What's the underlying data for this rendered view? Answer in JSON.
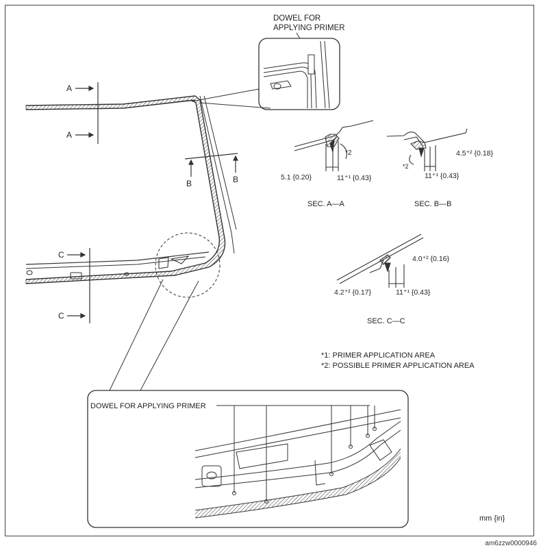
{
  "callouts": {
    "top_dowel_line1": "DOWEL FOR",
    "top_dowel_line2": "APPLYING PRIMER",
    "bottom_dowel": "DOWEL FOR APPLYING PRIMER"
  },
  "section_markers": {
    "a": "A",
    "b": "B",
    "c": "C"
  },
  "sections": {
    "a": {
      "title": "SEC. A—A",
      "dim1": "5.1 {0.20}",
      "dim2": "11⁺¹ {0.43}",
      "note": "*2"
    },
    "b": {
      "title": "SEC. B—B",
      "dim1": "4.5⁺² {0.18}",
      "dim2": "11⁺¹ {0.43}",
      "note": "*2"
    },
    "c": {
      "title": "SEC. C—C",
      "dim1": "4.0⁺² {0.16}",
      "dim2": "4.2⁺² {0.17}",
      "dim3": "11⁺¹ {0.43}"
    }
  },
  "legend": [
    "*1:  PRIMER APPLICATION AREA",
    "*2:  POSSIBLE PRIMER APPLICATION AREA"
  ],
  "units": "mm {in}",
  "figure_id": "am6zzw0000946"
}
